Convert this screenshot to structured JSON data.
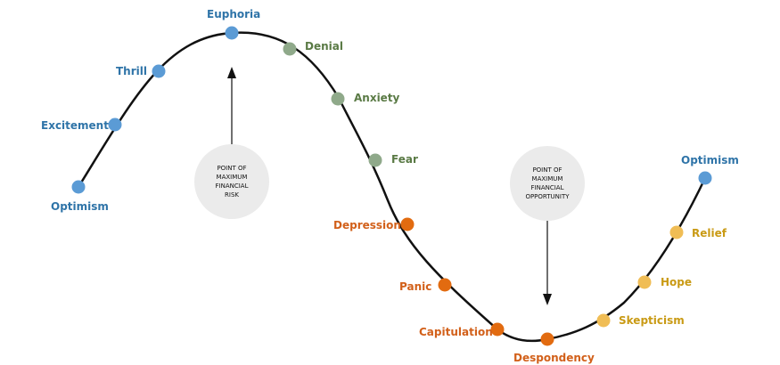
{
  "colors": {
    "blue": "#5b9bd5",
    "green": "#8fa98a",
    "orange": "#e26b10",
    "yellow": "#f0bd55",
    "blue_text": "#2f74a8",
    "green_text": "#5a7a45",
    "orange_text": "#d2601a",
    "yellow_text": "#c99a14",
    "curve": "#111111"
  },
  "stages": [
    {
      "label": "Optimism",
      "group": "blue"
    },
    {
      "label": "Excitement",
      "group": "blue"
    },
    {
      "label": "Thrill",
      "group": "blue"
    },
    {
      "label": "Euphoria",
      "group": "blue"
    },
    {
      "label": "Denial",
      "group": "green"
    },
    {
      "label": "Anxiety",
      "group": "green"
    },
    {
      "label": "Fear",
      "group": "green"
    },
    {
      "label": "Depression",
      "group": "orange"
    },
    {
      "label": "Panic",
      "group": "orange"
    },
    {
      "label": "Capitulation",
      "group": "orange"
    },
    {
      "label": "Despondency",
      "group": "orange"
    },
    {
      "label": "Skepticism",
      "group": "yellow"
    },
    {
      "label": "Hope",
      "group": "yellow"
    },
    {
      "label": "Relief",
      "group": "yellow"
    },
    {
      "label": "Optimism",
      "group": "blue"
    }
  ],
  "callouts": {
    "risk": "POINT OF\nMAXIMUM\nFINANCIAL\nRISK",
    "opportunity": "POINT OF\nMAXIMUM\nFINANCIAL\nOPPORTUNITY"
  }
}
